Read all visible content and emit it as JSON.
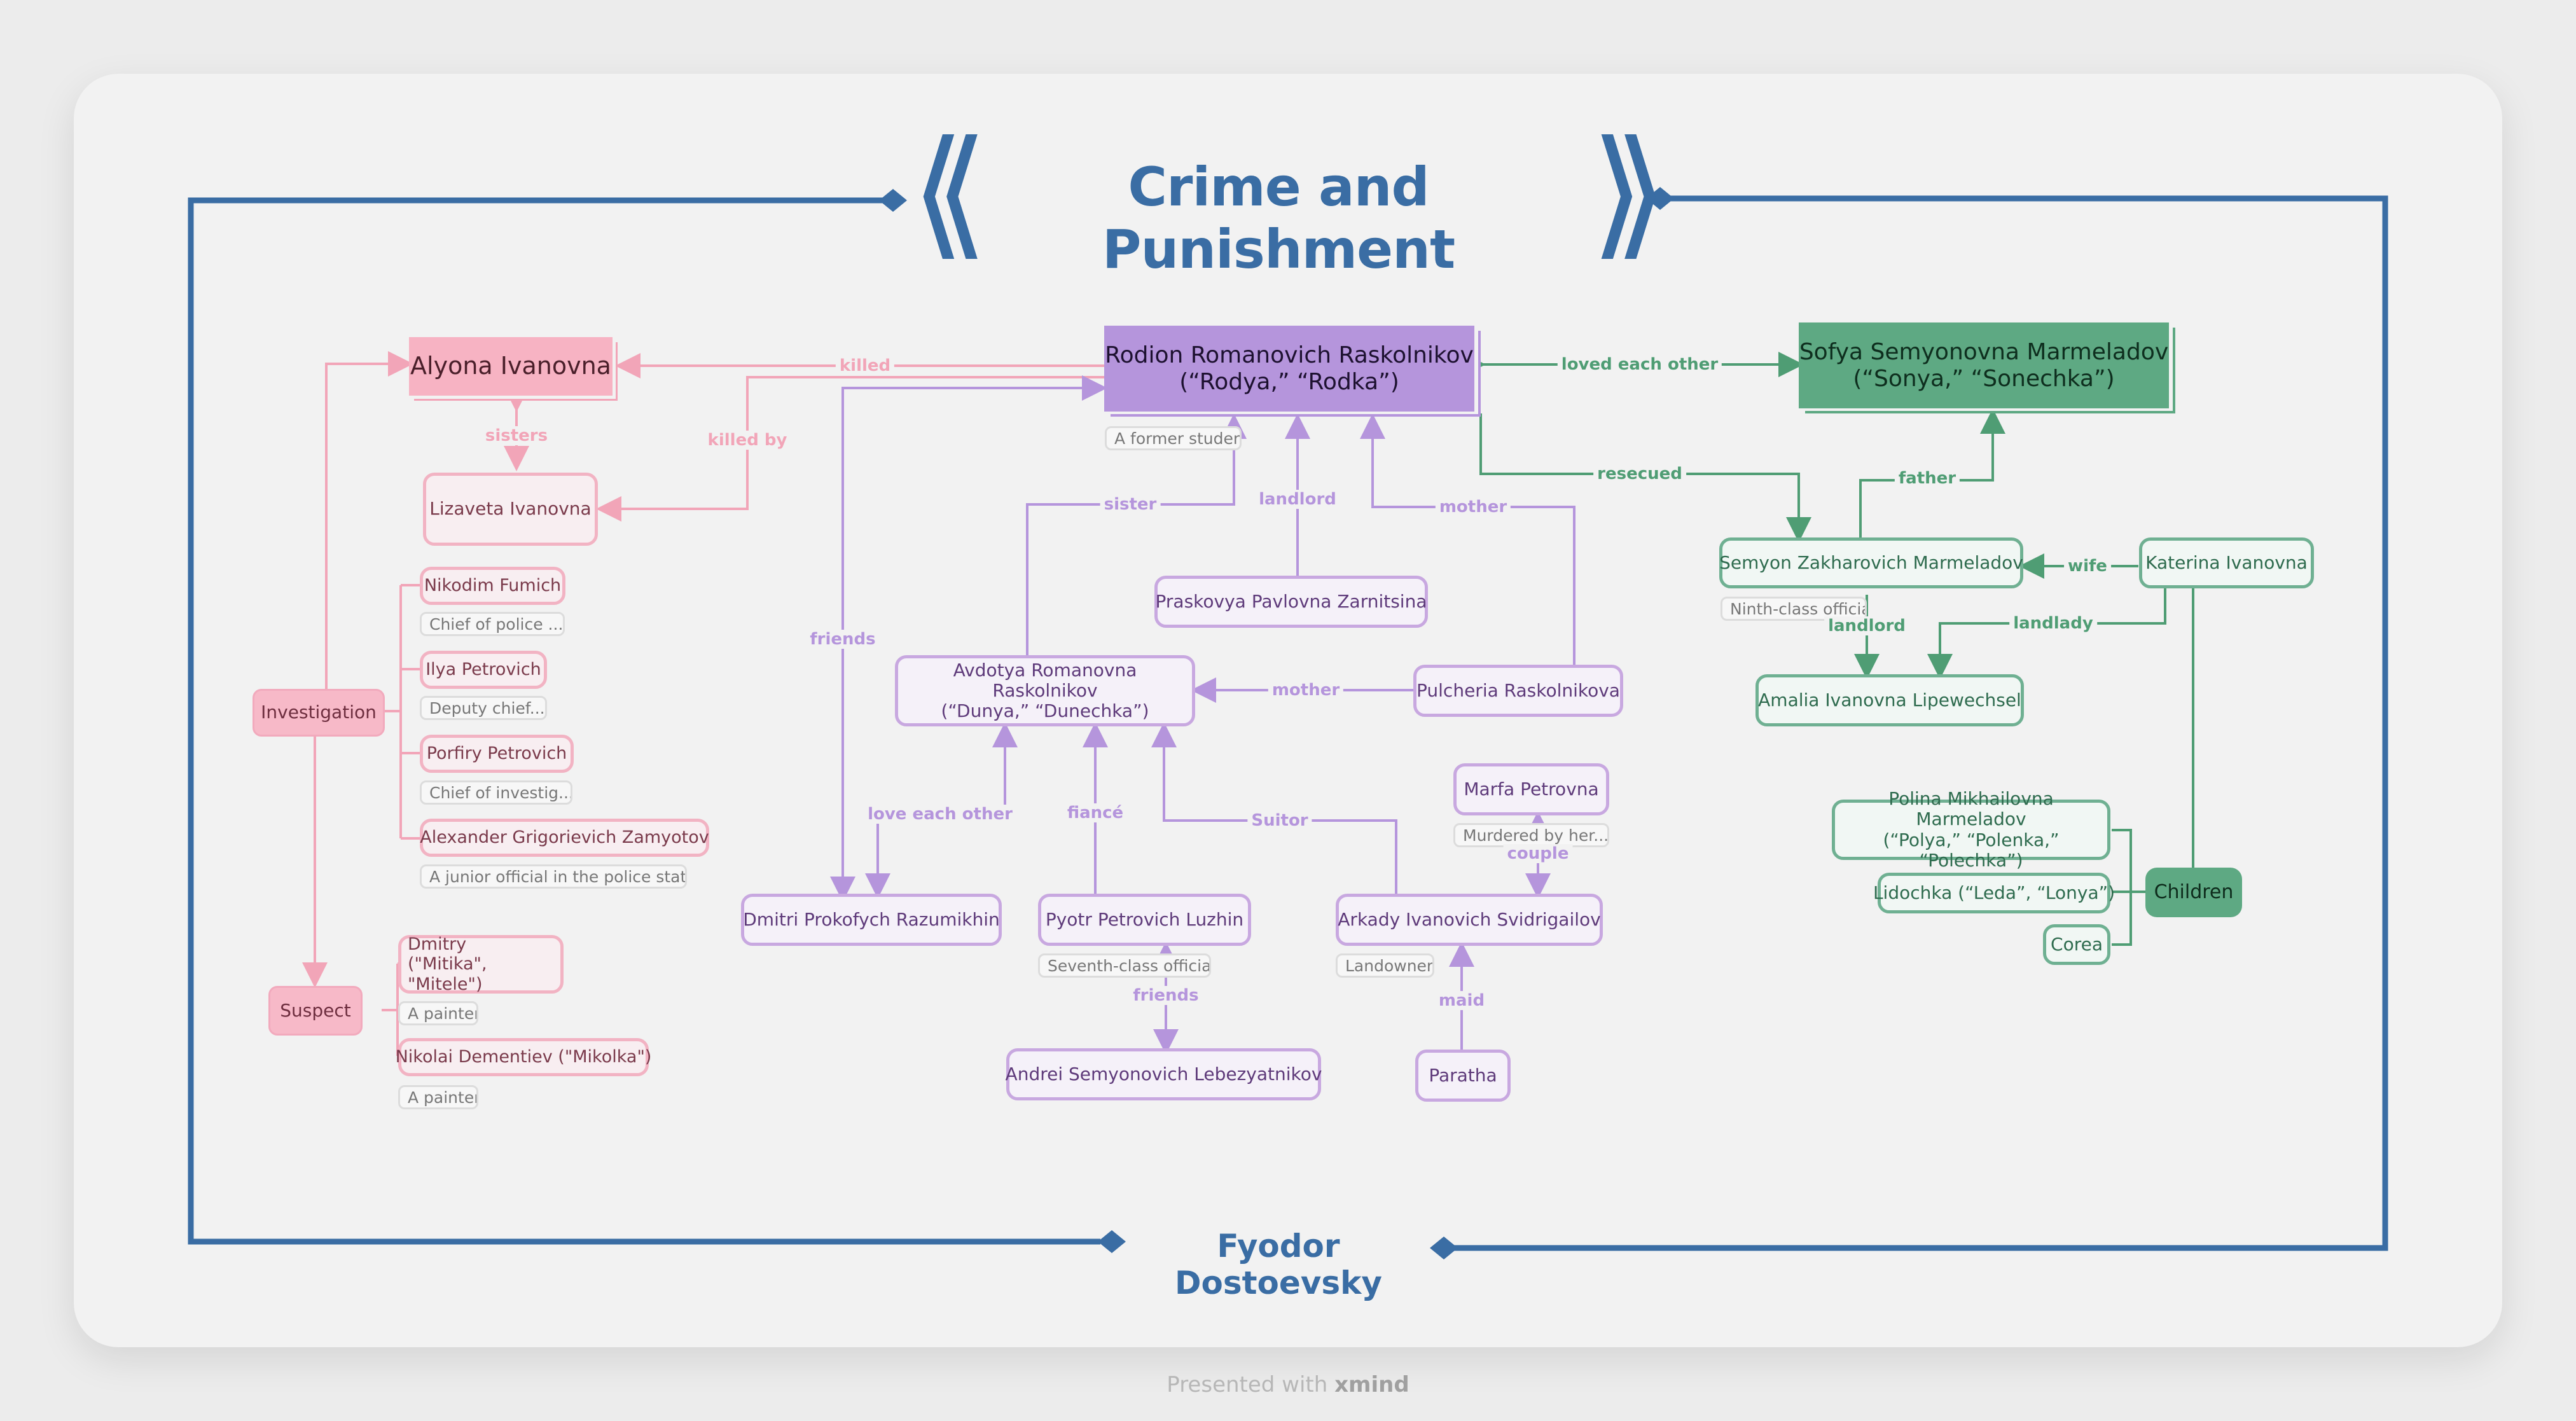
{
  "title": "Crime and Punishment",
  "subtitle": "Fyodor Dostoevsky",
  "footer": {
    "prefix": "Presented with",
    "brand": "xmind"
  },
  "nodes": {
    "raskolnikov": "Rodion Romanovich Raskolnikov\n(“Rodya,” “Rodka”)",
    "raskolnikov_note": "A former student",
    "sofya": "Sofya Semyonovna Marmeladov\n(“Sonya,” “Sonechka”)",
    "alyona": "Alyona Ivanovna",
    "lizaveta": "Lizaveta Ivanovna",
    "investigation": "Investigation",
    "nikodim": "Nikodim Fumich",
    "nikodim_note": "Chief of police ...",
    "ilya": "Ilya Petrovich",
    "ilya_note": "Deputy chief...",
    "porfiry": "Porfiry Petrovich",
    "porfiry_note": "Chief of investig...",
    "zamyotov": "Alexander Grigorievich Zamyotov",
    "zamyotov_note": "A junior official in the police station",
    "suspect": "Suspect",
    "dmitry_suspect": "Dmitry\n(\"Mitika\", \"Mitele\")",
    "dmitry_suspect_note": "A painter",
    "nikolai": "Nikolai Dementiev (\"Mikolka\")",
    "nikolai_note": "A painter",
    "praskovya": "Praskovya Pavlovna Zarnitsina",
    "avdotya": "Avdotya Romanovna Raskolnikov\n(“Dunya,” “Dunechka”)",
    "pulcheria": "Pulcheria Raskolnikova",
    "marfa": "Marfa Petrovna",
    "marfa_note": "Murdered by her...",
    "razumikhin": "Dmitri Prokofych Razumikhin",
    "luzhin": "Pyotr Petrovich Luzhin",
    "luzhin_note": "Seventh-class official",
    "svidrigailov": "Arkady Ivanovich Svidrigailov",
    "svidrigailov_note": "Landowner",
    "lebezyatnikov": "Andrei Semyonovich Lebezyatnikov",
    "paratha": "Paratha",
    "semyon": "Semyon Zakharovich Marmeladov",
    "semyon_note": "Ninth-class official",
    "katerina": "Katerina Ivanovna",
    "amalia": "Amalia Ivanovna Lipewechsel",
    "polina": "Polina Mikhailovna Marmeladov\n(“Polya,” “Polenka,” “Polechka”)",
    "lidochka": "Lidochka (“Leda”, “Lonya”)",
    "corea": "Corea",
    "children": "Children"
  },
  "labels": {
    "killed": "killed",
    "killed_by": "killed by",
    "sisters": "sisters",
    "loved_each_other": "loved each other",
    "resecued": "resecued",
    "father": "father",
    "wife": "wife",
    "landlord_green": "landlord",
    "landlady": "landlady",
    "sister": "sister",
    "landlord": "landlord",
    "mother_top": "mother",
    "mother_mid": "mother",
    "friends_left": "friends",
    "love_each_other": "love each other",
    "fiance": "fiancé",
    "suitor": "Suitor",
    "couple": "couple",
    "friends_bottom": "friends",
    "maid": "maid"
  },
  "colors": {
    "frame": "#3a6da4",
    "pink": "#f2a5b8",
    "purple": "#b595dc",
    "green": "#4f9d74"
  }
}
